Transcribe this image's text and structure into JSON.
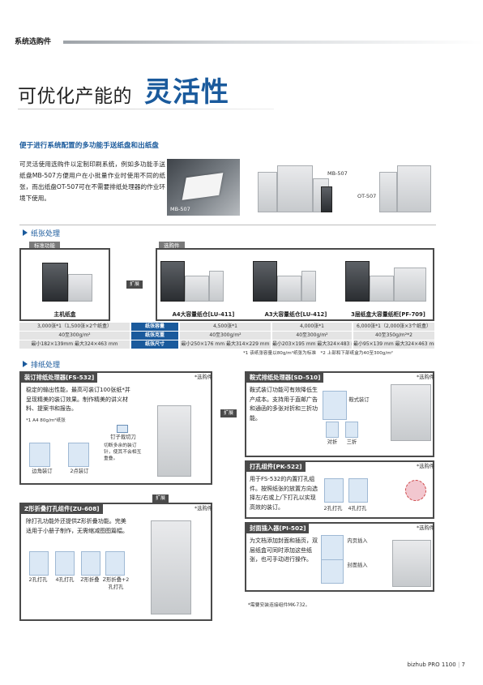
{
  "header": {
    "section": "系统选购件"
  },
  "hero": {
    "part_a": "可优化产能的",
    "part_b": "灵活性"
  },
  "sec1": {
    "title": "便于进行系统配置的多功能手送纸盘和出纸盘",
    "body": "可灵活使用选购件以定制印刷系统，例如多功能手送纸盘MB-507方便用户在小批量作业时使用不同的纸张，而出纸盘OT-507可在不需要排纸处理器的作业环境下使用。",
    "photo_label": "MB-507",
    "label_mb": "MB-507",
    "label_ot": "OT-507"
  },
  "paper": {
    "heading": "纸张处理",
    "tag_std": "标准功能",
    "tag_opt": "选购件",
    "expand": "扩展",
    "items": [
      {
        "name": "主机纸盒",
        "cap": "3,000张*1（1,500张×2个纸盒）",
        "wt": "40至300g/m²",
        "size": "最小182×139mm 最大324×463 mm"
      },
      {
        "name": "A4大容量纸仓[LU-411]",
        "cap": "4,500张*1",
        "wt": "40至300g/m²",
        "size": "最小250×176 mm 最大314×229 mm"
      },
      {
        "name": "A3大容量纸仓[LU-412]",
        "cap": "4,000张*1",
        "wt": "40至300g/m²",
        "size": "最小203×195 mm 最大324×483 mm"
      },
      {
        "name": "3层纸盒大容量纸柜[PF-709]",
        "cap": "6,000张*1（2,000张×3个纸盒）",
        "wt": "40至350g/m²*2",
        "size": "最小95×139 mm 最大324×463 mm"
      }
    ],
    "row_labels": [
      "纸张容量",
      "纸张克重",
      "纸张尺寸"
    ],
    "note": "*1 该纸张容量以80g/m²纸张为标准　*2 上部和下部纸盒为40至300g/m²"
  },
  "finish": {
    "heading": "排纸处理",
    "optional": "*选购件",
    "expand": "扩展",
    "fs532": {
      "title": "装订排纸处理器[FS-532]",
      "text": "稳定的输出性能，最高可装订100张纸*并呈现精美的装订效果。制作精美的讲义材料、提案书和报告。",
      "note": "*1 A4 80g/m²纸张",
      "cutter": "钉子裁切刀",
      "cutter_desc": "切断多余的装订针，使其不会相互重叠。",
      "corner": "边角装订",
      "two": "2点装订"
    },
    "zu608": {
      "title": "Z形折叠打孔组件[ZU-608]",
      "text": "除打孔功能外还提供Z形折叠功能。完美适用于小册子制作，无需缩减图图篇幅。",
      "labels": [
        "2孔打孔",
        "4孔打孔",
        "Z形折叠",
        "Z形折叠+2孔打孔"
      ]
    },
    "sd510": {
      "title": "鞍式排纸处理器[SD-510]",
      "text": "鞍式装订功能可有效降低生产成本。支持用于直邮广告和通函的多张对折和三折功能。",
      "saddle": "鞍式装订",
      "half": "对折",
      "tri": "三折"
    },
    "pk522": {
      "title": "打孔组件[PK-522]",
      "text": "用于FS-532的内置打孔组件。按照纸张的放置方向选择左/右或上/下打孔以实现高效的装订。",
      "labels": [
        "2孔打孔",
        "4孔打孔"
      ]
    },
    "pi502": {
      "title": "封面插入器[PI-502]",
      "text": "为文档添加封面和插页，双层纸盒可同时添加这些纸张，也可手动进行操作。",
      "inner": "内页插入",
      "cover": "封面插入",
      "note": "*需要安装连接组件MK-732。"
    }
  },
  "footer": {
    "model": "bizhub PRO 1100",
    "page": "7"
  }
}
